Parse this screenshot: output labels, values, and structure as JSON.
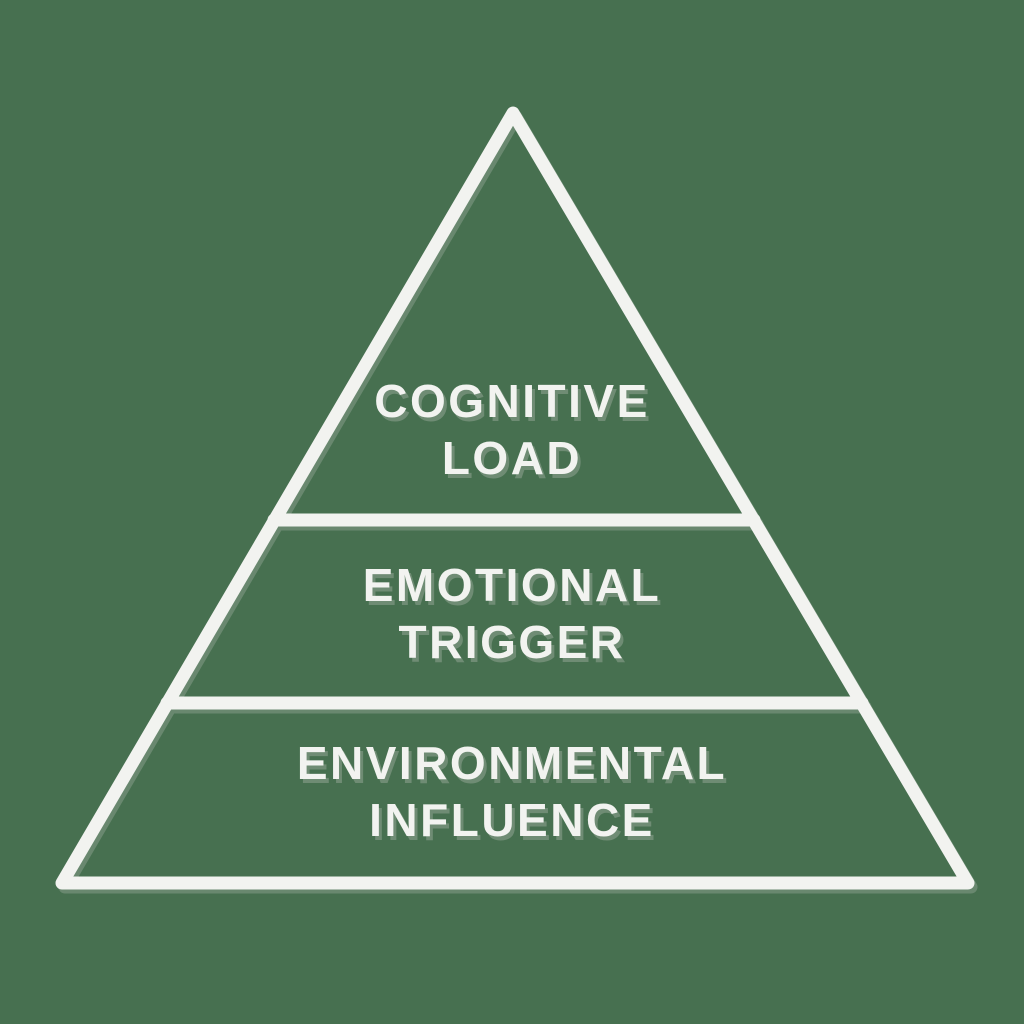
{
  "diagram": {
    "type": "pyramid",
    "layers": [
      {
        "level": 1,
        "label": "COGNITIVE LOAD",
        "lines": [
          "COGNITIVE",
          "LOAD"
        ]
      },
      {
        "level": 2,
        "label": "EMOTIONAL TRIGGER",
        "lines": [
          "EMOTIONAL",
          "TRIGGER"
        ]
      },
      {
        "level": 3,
        "label": "ENVIRONMENTAL INFLUENCE",
        "lines": [
          "ENVIRONMENTAL",
          "INFLUENCE"
        ]
      }
    ],
    "colors": {
      "background": "#477050",
      "outline": "#f2f3f0",
      "text": "#f2f3f0",
      "shadow": "#c3c8c1"
    }
  }
}
